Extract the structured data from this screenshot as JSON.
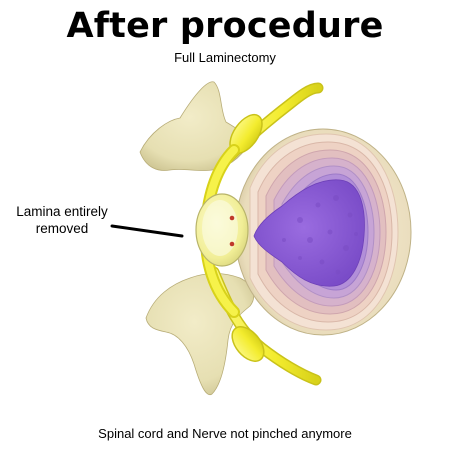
{
  "header": {
    "title": "After procedure",
    "subtitle": "Full Laminectomy"
  },
  "labels": {
    "lamina": [
      "Lamina entirely",
      "removed"
    ]
  },
  "footer": {
    "caption": "Spinal cord and Nerve not pinched anymore"
  },
  "colors": {
    "bone": "#e6dfb2",
    "bone_shadow": "#c9c08d",
    "nerve": "#f3f03a",
    "disc_layers": [
      "#f4e2d4",
      "#eed2c4",
      "#e2bfc0",
      "#d6b2cc",
      "#c7a4d6",
      "#b28fd9"
    ],
    "nucleus": "#8a5ad6",
    "callout_line": "#000000"
  }
}
